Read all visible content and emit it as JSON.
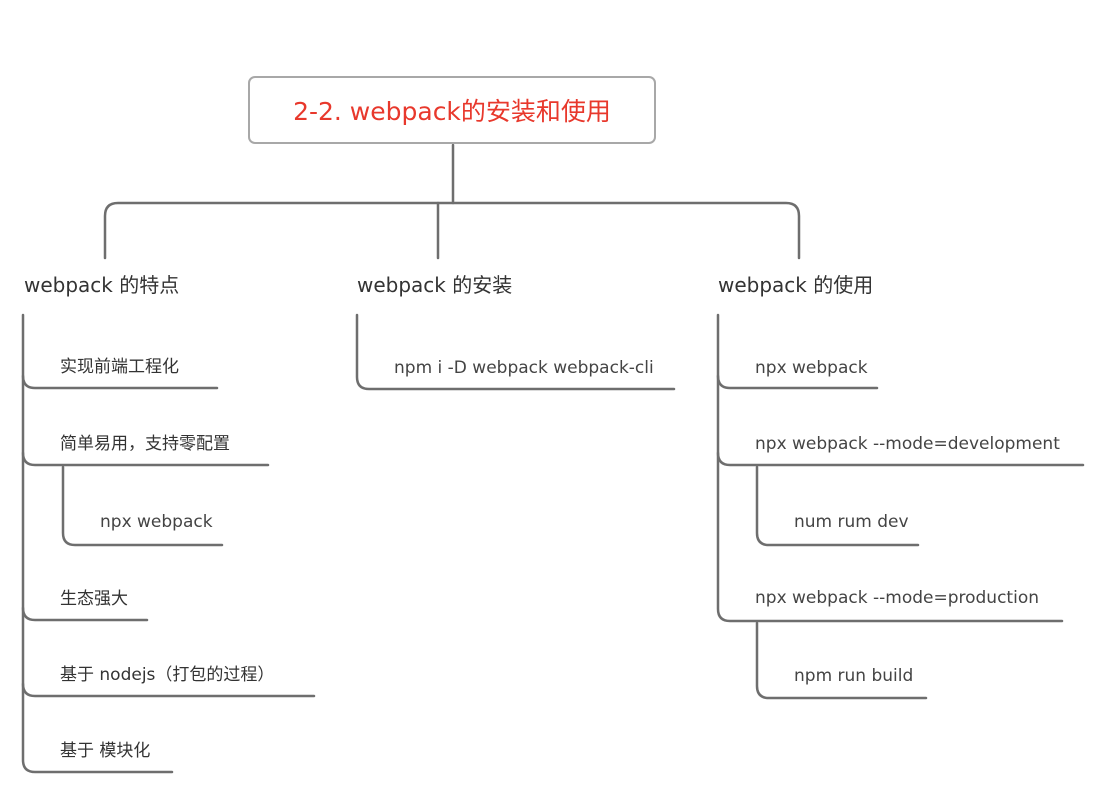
{
  "root": {
    "title": "2-2. webpack的安装和使用"
  },
  "branches": [
    {
      "label": "webpack 的特点",
      "items": [
        {
          "label": "实现前端工程化"
        },
        {
          "label": "简单易用，支持零配置",
          "children": [
            {
              "label": "npx webpack"
            }
          ]
        },
        {
          "label": "生态强大"
        },
        {
          "label": "基于 nodejs（打包的过程）"
        },
        {
          "label": "基于 模块化"
        }
      ]
    },
    {
      "label": "webpack 的安装",
      "items": [
        {
          "label": "npm i -D webpack webpack-cli"
        }
      ]
    },
    {
      "label": "webpack 的使用",
      "items": [
        {
          "label": "npx webpack"
        },
        {
          "label": "npx webpack --mode=development",
          "children": [
            {
              "label": "num rum dev"
            }
          ]
        },
        {
          "label": "npx webpack --mode=production",
          "children": [
            {
              "label": "npm run build"
            }
          ]
        }
      ]
    }
  ],
  "colors": {
    "title": "#e8382c",
    "line": "#6e6e6e",
    "box_border": "#a8a8a8"
  }
}
